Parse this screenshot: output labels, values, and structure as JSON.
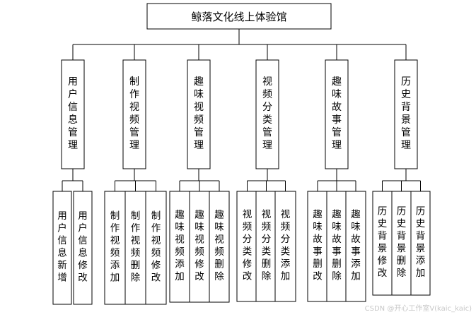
{
  "root": "鲸落文化线上体验馆",
  "modules": [
    {
      "name": "用户信息管理",
      "children": [
        "用户信息新增",
        "用户信息修改"
      ]
    },
    {
      "name": "制作视频管理",
      "children": [
        "制作视频添加",
        "制作视频删除",
        "制作视频修改"
      ]
    },
    {
      "name": "趣味视频管理",
      "children": [
        "趣味视频添加",
        "趣味视频修改",
        "趣味视频删除"
      ]
    },
    {
      "name": "视频分类管理",
      "children": [
        "视频分类修改",
        "视频分类删除",
        "视频分类添加"
      ]
    },
    {
      "name": "趣味故事管理",
      "children": [
        "趣味故事删改",
        "趣味故事删除",
        "趣味故事添加"
      ]
    },
    {
      "name": "历史背景管理",
      "children": [
        "历史背景修改",
        "历史背景删除",
        "历史背景添加"
      ]
    }
  ],
  "watermark": "CSDN @开心工作室V(kaic_kaic)"
}
